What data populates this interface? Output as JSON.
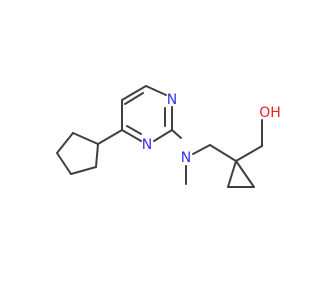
{
  "colors": {
    "bond": "#404040",
    "nitrogen": "#3333ee",
    "oxygen": "#ee2020"
  },
  "atoms": {
    "pyrimidine_n1": "N",
    "pyrimidine_n3": "N",
    "amine_n": "N",
    "hydroxyl": "OH"
  }
}
